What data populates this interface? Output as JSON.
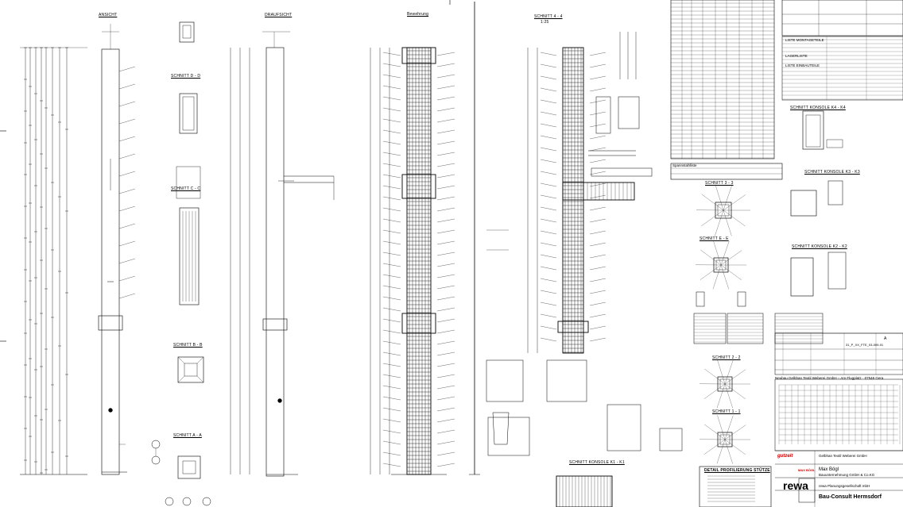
{
  "views": {
    "ansicht": "ANSICHT",
    "draufsicht": "DRAUFSICHT",
    "bewehrung": "Bewehrung"
  },
  "sections": {
    "dd": "SCHNITT D - D",
    "cc": "SCHNITT C - C",
    "bb": "SCHNITT B - B",
    "aa": "SCHNITT A - A",
    "s44": "SCHNITT 4 - 4",
    "s44_scale": "1:25",
    "s33": "SCHNITT 3 - 3",
    "s22": "SCHNITT 2 - 2",
    "s11": "SCHNITT 1 - 1",
    "ee": "SCHNITT E - E",
    "k4k4": "SCHNITT KONSOLE K4 - K4",
    "k3k3": "SCHNITT KONSOLE K3 - K3",
    "k2k2": "SCHNITT KONSOLE K2 - K2",
    "k1k1": "SCHNITT KONSOLE K1 - K1",
    "detail": "DETAIL PROFILIERUNG STÜTZE"
  },
  "lists": {
    "montageteile": "LISTE MONTAGETEILE",
    "lagerliste": "LAGERLISTE",
    "einbauteile": "LISTE EINBAUTEILE",
    "stahlliste": "Spannstahlliste"
  },
  "titleblock": {
    "project": "Neubau Gelbhan Textil Weberei GmbH – Am Flugplatz · 07546 Gera",
    "owner_company": "Gelbhan Textil Weberei GmbH",
    "contractor": "Max Bögl",
    "contractor_sub": "Bauunternehmung GmbH & Co.KG",
    "planner_logo": "rewa",
    "planner": "rewa Planungsgesellschaft mbH",
    "engineer": "Bau-Consult Hermsdorf",
    "logo_max_boegl": "MAX BÖGL",
    "logo_gutzeit": "gutzeit",
    "revision_a": "A",
    "drawing_no": "31_P_XX_FTE_03-009-01"
  }
}
